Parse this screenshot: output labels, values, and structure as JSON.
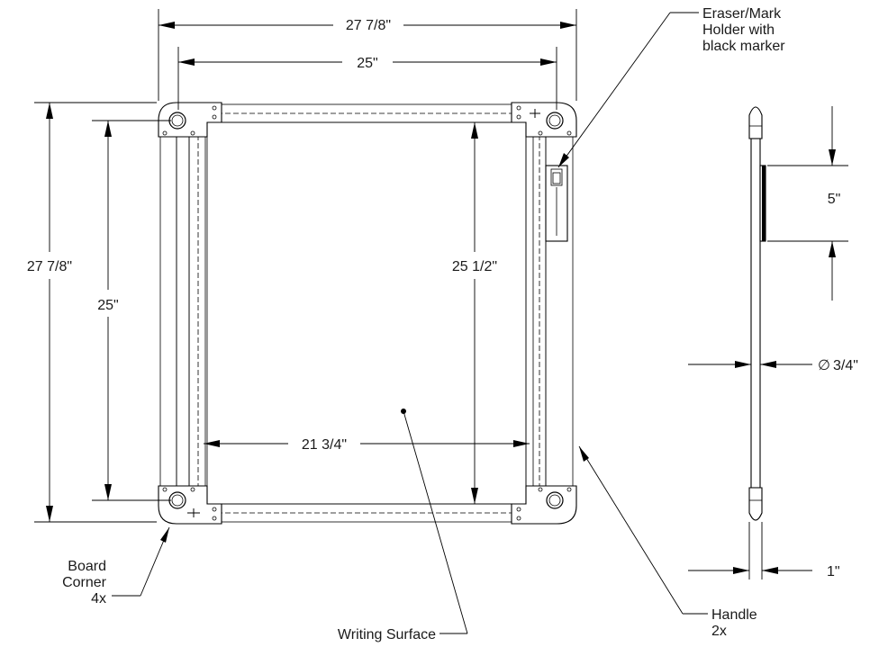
{
  "dimensions": {
    "overall_width": "27 7/8\"",
    "inner_width": "25\"",
    "overall_height": "27 7/8\"",
    "inner_height": "25\"",
    "writing_height": "25 1/2\"",
    "writing_width": "21 3/4\"",
    "holder_length": "5\"",
    "handle_diameter": "3/4\"",
    "handle_end": "1\""
  },
  "symbols": {
    "diameter": "∅"
  },
  "callouts": {
    "eraser_holder": [
      "Eraser/Mark",
      "Holder with",
      "black marker"
    ],
    "board_corner": [
      "Board",
      "Corner",
      "4x"
    ],
    "writing_surface": "Writing Surface",
    "handle": [
      "Handle",
      "2x"
    ]
  }
}
